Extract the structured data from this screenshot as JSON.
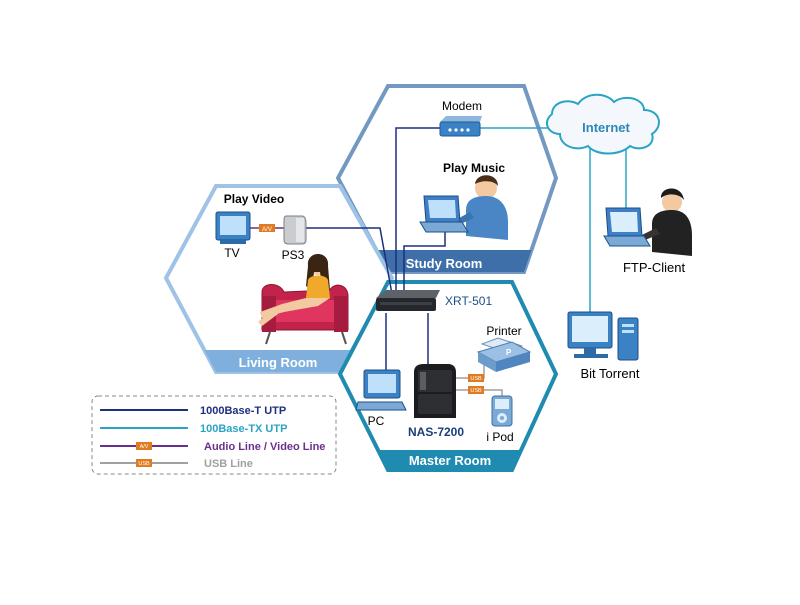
{
  "labels": {
    "modem": "Modem",
    "internet": "Internet",
    "play_music": "Play Music",
    "play_video": "Play Video",
    "tv": "TV",
    "ps3": "PS3",
    "av_tag": "A/V",
    "study_room": "Study Room",
    "living_room": "Living Room",
    "master_room": "Master Room",
    "xrt": "XRT-501",
    "printer": "Printer",
    "usb_tag_1": "USB",
    "usb_tag_2": "USB",
    "pc": "PC",
    "nas": "NAS-7200",
    "ipod": "i Pod",
    "ftp_client": "FTP-Client",
    "bit_torrent": "Bit Torrent"
  },
  "legend": {
    "items": [
      {
        "label": "1000Base-T UTP",
        "color": "#1d2f7f"
      },
      {
        "label": "100Base-TX UTP",
        "color": "#2aa4c4"
      },
      {
        "label": "Audio Line / Video Line",
        "color": "#6b2f8c",
        "tag": "A/V"
      },
      {
        "label": "USB Line",
        "color": "#a0a0a0",
        "tag": "USB"
      }
    ]
  },
  "colors": {
    "hex_stroke": "#4d87b6",
    "hex_fill": "#ffffff",
    "study_band": "#3f6fa8",
    "living_band": "#7fb0dd",
    "master_band": "#1f8bb0",
    "line_gigabit": "#1d2f7f",
    "line_fast": "#2aa4c4",
    "line_av": "#6b2f8c",
    "line_usb": "#a0a0a0",
    "tag_orange": "#e07b22"
  }
}
